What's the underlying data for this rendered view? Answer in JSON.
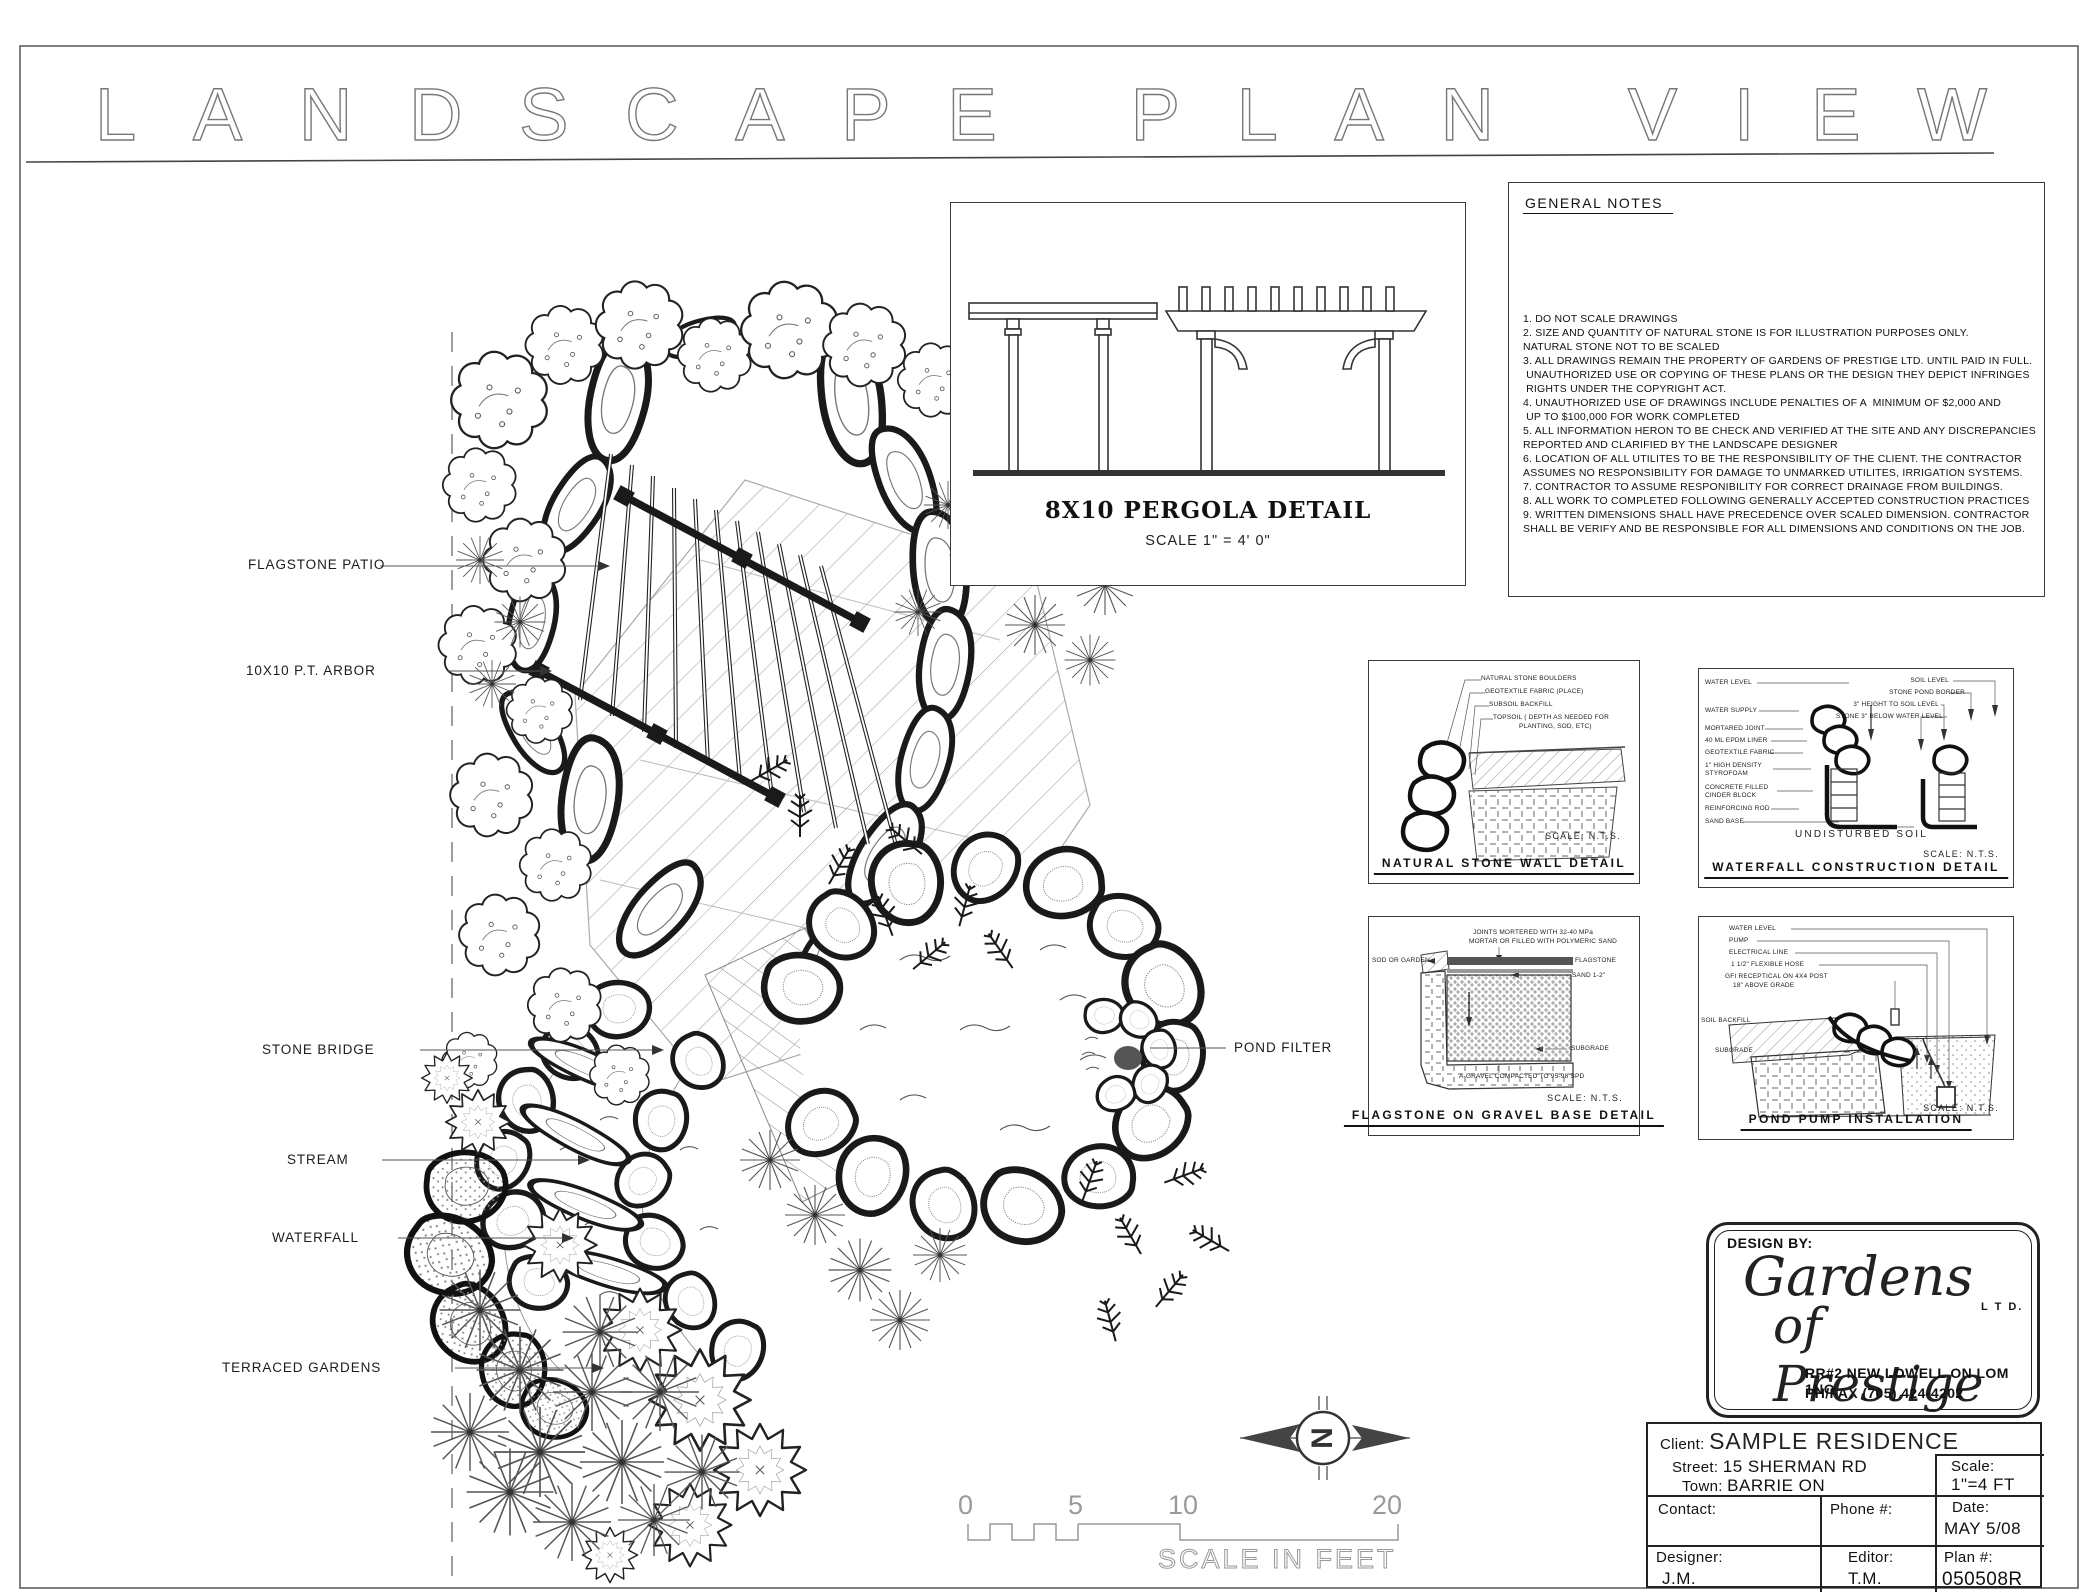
{
  "sheet": {
    "title": "LANDSCAPE PLAN VIEW"
  },
  "plan_labels": {
    "flagstone_patio": "FLAGSTONE PATIO",
    "arbor": "10X10 P.T. ARBOR",
    "stone_bridge": "STONE BRIDGE",
    "stream": "STREAM",
    "waterfall": "WATERFALL",
    "terraced_gardens": "TERRACED GARDENS",
    "pond_filter": "POND FILTER"
  },
  "pergola_detail": {
    "title": "8X10 PERGOLA DETAIL",
    "scale": "SCALE 1\" = 4' 0\""
  },
  "general_notes": {
    "title": "GENERAL NOTES",
    "lines": [
      "1. DO NOT SCALE DRAWINGS",
      "2. SIZE AND QUANTITY OF NATURAL STONE IS FOR ILLUSTRATION PURPOSES ONLY.",
      "NATURAL STONE NOT TO BE SCALED",
      "3. ALL DRAWINGS REMAIN THE PROPERTY OF GARDENS OF PRESTIGE LTD. UNTIL PAID IN FULL.",
      " UNAUTHORIZED USE OR COPYING OF THESE PLANS OR THE DESIGN THEY DEPICT INFRINGES",
      " RIGHTS UNDER THE COPYRIGHT ACT.",
      "4. UNAUTHORIZED USE OF DRAWINGS INCLUDE PENALTIES OF A  MINIMUM OF $2,000 AND",
      " UP TO $100,000 FOR WORK COMPLETED",
      "5. ALL INFORMATION HERON TO BE CHECK AND VERIFIED AT THE SITE AND ANY DISCREPANCIES",
      "REPORTED AND CLARIFIED BY THE LANDSCAPE DESIGNER",
      "6. LOCATION OF ALL UTILITES TO BE THE RESPONSIBILITY OF THE CLIENT. THE CONTRACTOR",
      "ASSUMES NO RESPONSIBILITY FOR DAMAGE TO UNMARKED UTILITES, IRRIGATION SYSTEMS.",
      "7. CONTRACTOR TO ASSUME RESPONIBILITY FOR CORRECT DRAINAGE FROM BUILDINGS.",
      "8. ALL WORK TO COMPLETED FOLLOWING GENERALLY ACCEPTED CONSTRUCTION PRACTICES",
      "9. WRITTEN DIMENSIONS SHALL HAVE PRECEDENCE OVER SCALED DIMENSION. CONTRACTOR",
      "SHALL BE VERIFY AND BE RESPONSIBLE FOR ALL DIMENSIONS AND CONDITIONS ON THE JOB."
    ]
  },
  "details": {
    "stone_wall": {
      "title": "NATURAL STONE WALL DETAIL",
      "scale": "SCALE: N.T.S.",
      "labels": [
        "NATURAL STONE BOULDERS",
        "GEOTEXTILE FABRIC (PLACE)",
        "SUBSOIL BACKFILL",
        "TOPSOIL ( DEPTH AS NEEDED FOR",
        "PLANTING, SOD, ETC)"
      ]
    },
    "waterfall": {
      "title": "WATERFALL CONSTRUCTION DETAIL",
      "scale": "SCALE: N.T.S.",
      "labels_left": [
        "WATER LEVEL",
        "WATER SUPPLY",
        "MORTARED JOINT",
        "40 ML EPDM LINER",
        "GEOTEXTILE FABRIC",
        "1\" HIGH DENSITY",
        "STYROFOAM",
        "CONCRETE FILLED",
        "CINDER BLOCK",
        "REINFORCING ROD",
        "SAND BASE"
      ],
      "labels_right": [
        "SOIL LEVEL",
        "STONE POND BORDER",
        "3\" HEIGHT TO SOIL LEVEL",
        "STONE 3\" BELOW WATER LEVEL"
      ],
      "center_label": "UNDISTURBED SOIL"
    },
    "flagstone": {
      "title": "FLAGSTONE ON GRAVEL BASE DETAIL",
      "scale": "SCALE: N.T.S.",
      "labels": [
        "SOD OR GARDEN",
        "JOINTS MORTERED WITH 32-40 MPa",
        "MORTAR OR FILLED WITH POLYMERIC SAND",
        "FLAGSTONE",
        "SAND 1-2\"",
        "SUBGRADE",
        "A-GRAVEL COMPACTED TO 95-98 SPD"
      ]
    },
    "pond_pump": {
      "title": "POND PUMP INSTALLATION",
      "scale": "SCALE: N.T.S.",
      "labels": [
        "WATER LEVEL",
        "PUMP",
        "ELECTRICAL LINE",
        "1 1/2\" FLEXIBLE HOSE",
        "GFI RECEPTICAL ON 4X4 POST",
        "18\" ABOVE GRADE",
        "SOIL BACKFILL",
        "SUBGRADE"
      ]
    }
  },
  "design_box": {
    "design_by": "DESIGN BY:",
    "company_line1": "Gardens",
    "company_line2": "of Prestige",
    "company_suffix": "L T D.",
    "address": "RR#2 NEW LOWELL ON LOM 1NO",
    "phone": "PH/FAX (705) 424-4202"
  },
  "title_block": {
    "client_label": "Client:",
    "client": "SAMPLE RESIDENCE",
    "street_label": "Street:",
    "street": "15 SHERMAN RD",
    "town_label": "Town:",
    "town": "BARRIE ON",
    "scale_label": "Scale:",
    "scale": "1\"=4 FT",
    "contact_label": "Contact:",
    "phone_label": "Phone #:",
    "date_label": "Date:",
    "date": "MAY 5/08",
    "designer_label": "Designer:",
    "designer": "J.M.",
    "editor_label": "Editor:",
    "editor": "T.M.",
    "plan_label": "Plan #:",
    "plan": "050508R"
  },
  "scale_bar": {
    "ticks": [
      "0",
      "5",
      "10",
      "20"
    ],
    "label": "SCALE IN FEET"
  },
  "north": {
    "letter": "N"
  }
}
